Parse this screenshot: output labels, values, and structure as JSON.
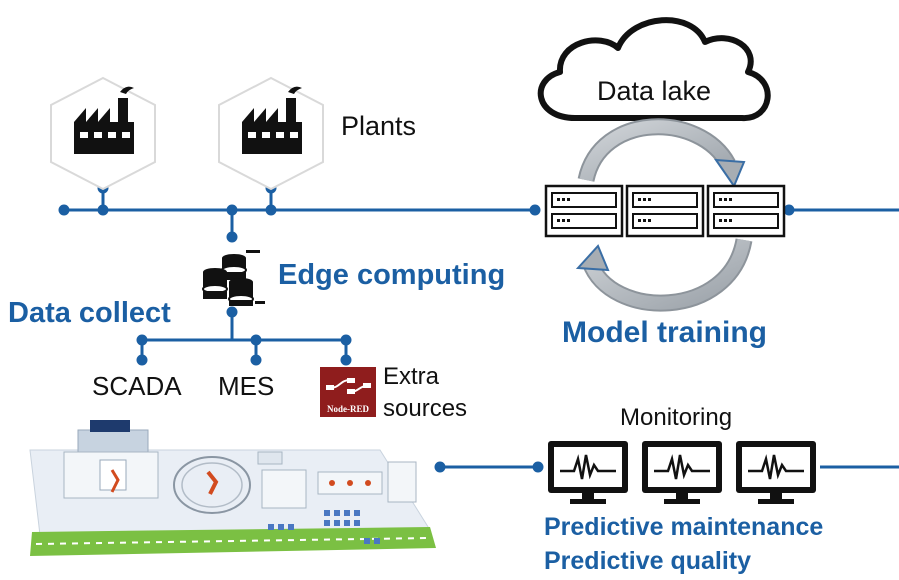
{
  "labels": {
    "plants": "Plants",
    "data_lake": "Data lake",
    "edge_computing": "Edge computing",
    "data_collect": "Data collect",
    "model_training": "Model training",
    "scada": "SCADA",
    "mes": "MES",
    "extra_sources": [
      "Extra",
      "sources"
    ],
    "node_red": "Node-RED",
    "monitoring": "Monitoring",
    "predictive_maintenance": "Predictive maintenance",
    "predictive_quality": "Predictive quality"
  },
  "colors": {
    "line_blue": "#1b5fa3",
    "accent_blue": "#1b5fa3",
    "node_red": "#8f1d1d",
    "grass": "#7bc043",
    "floor": "#e9eef5"
  },
  "icons": [
    "factory-icon",
    "cloud-icon",
    "server-rack-icon",
    "database-icon",
    "node-red-logo",
    "monitor-icon",
    "factory-floor-illustration"
  ]
}
